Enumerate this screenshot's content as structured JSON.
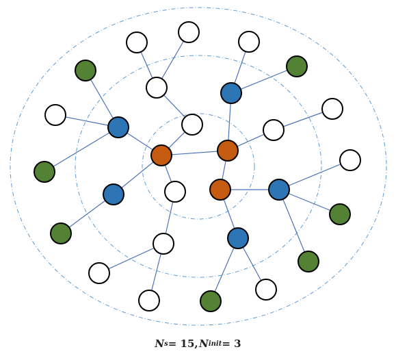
{
  "caption": {
    "ns_symbol": "N",
    "ns_sub": "s",
    "ns_value": " = 15,",
    "ninit_symbol": "N",
    "ninit_sub": "init",
    "ninit_value": " = 3"
  },
  "colors": {
    "orange": "#C55A11",
    "blue": "#2E75B6",
    "green": "#548235",
    "white": "#FFFFFF",
    "edge": "#4A72B8",
    "ring": "#5B9BD5",
    "outline": "#000000"
  },
  "node_types": [
    "orange",
    "blue",
    "green",
    "white"
  ]
}
